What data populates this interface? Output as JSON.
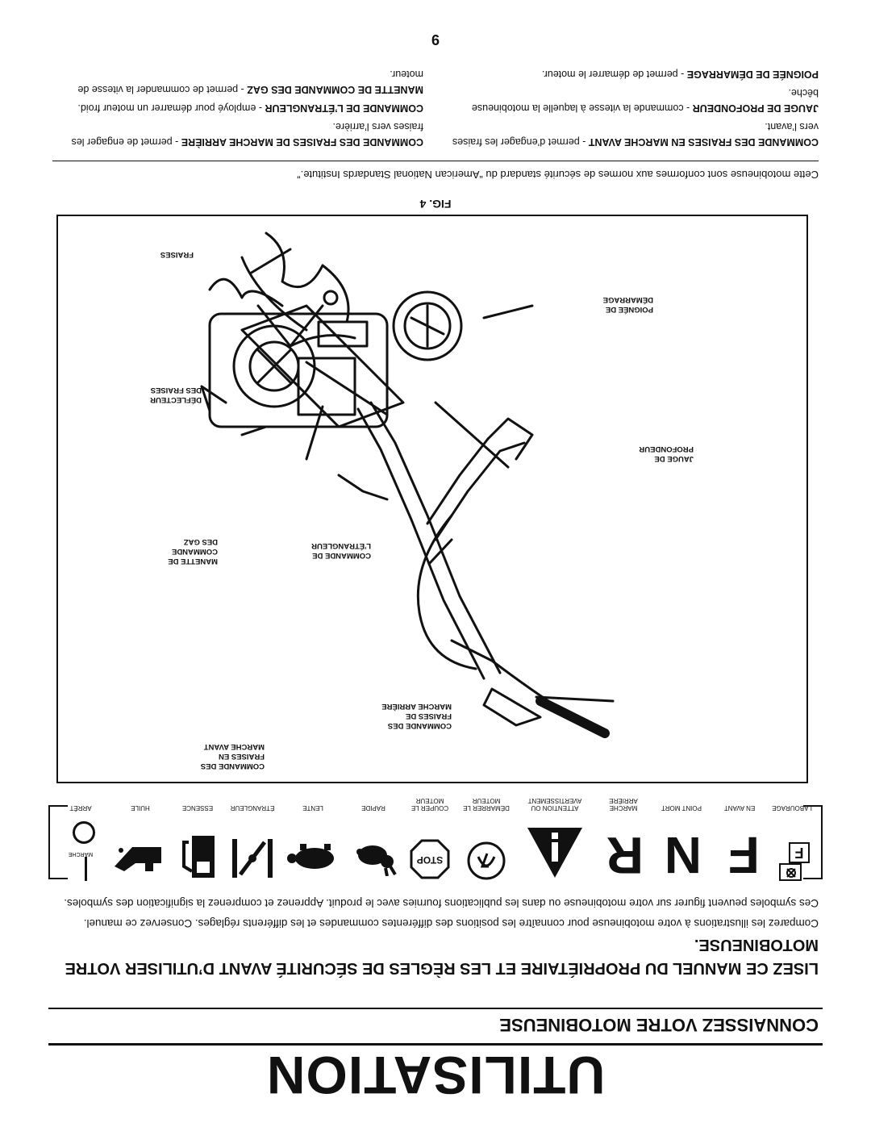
{
  "page": {
    "title": "UTILISATION",
    "subtitle": "CONNAISSEZ VOTRE MOTOBINEUSE",
    "lead": "LISEZ CE MANUEL DU PROPRIÉTAIRE ET LES RÈGLES DE SÉCURITÉ AVANT D’UTILISER VOTRE MOTOBINEUSE.",
    "para1": "Comparez les illustrations à votre motobineuse pour connaître les positions des différentes commandes et les différents réglages. Conservez ce manuel.",
    "para2": "Ces symboles peuvent figurer sur votre motobineuse ou dans les publications fournies avec le produit. Apprenez et comprenez la signification des symboles.",
    "page_number": "9"
  },
  "symbols": {
    "letters": [
      "F",
      "N",
      "R"
    ],
    "stop_text": "STOP",
    "labels": [
      "LABOURAGE",
      "EN AVANT",
      "POINT MORT",
      "MARCHE ARRIÈRE",
      "ATTENTION OU AVERTISSEMENT",
      "DÉMARRER LE MOTEUR",
      "COUPER LE MOTEUR",
      "RAPIDE",
      "LENTE",
      "ÉTRANGLEUR",
      "ESSENCE",
      "HUILE",
      "MARCHE",
      "ARRÊT"
    ]
  },
  "figure": {
    "caption": "FIG. 4",
    "callouts": {
      "fraises": "FRAISES",
      "poignee_demarrage": [
        "POIGNÉE DE",
        "DÉMARRAGE"
      ],
      "deflecteur": [
        "DÉFLECTEUR",
        "DES FRAISES"
      ],
      "jauge": [
        "JAUGE DE",
        "PROFONDEUR"
      ],
      "manette_gaz": [
        "MANETTE DE",
        "COMMANDE",
        "DES GAZ"
      ],
      "etrangleur": [
        "COMMANDE DE",
        "L’ÉTRANGLEUR"
      ],
      "marche_arriere": [
        "COMMANDE DES",
        "FRAISES DE",
        "MARCHE ARRIÈRE"
      ],
      "marche_avant": [
        "COMMANDE DES",
        "FRAISES EN",
        "MARCHE AVANT"
      ]
    }
  },
  "notes": {
    "standards": "Cette motobineuse sont conformes aux normes de sécurité standard du “American National Standards Institute.”"
  },
  "descriptions": {
    "left": [
      {
        "term": "COMMANDE DES FRAISES EN MARCHE AVANT",
        "text": " - permet d’engager les fraises vers l’avant."
      },
      {
        "term": "JAUGE DE PROFONDEUR",
        "text": " - commande la vitesse à laquelle la motobineuse bêche."
      },
      {
        "term": "POIGNÉE DE DÉMARRAGE",
        "text": " - permet de démarrer le moteur."
      }
    ],
    "right": [
      {
        "term": "COMMANDE DES FRAISES DE MARCHE ARRIÈRE",
        "text": " - permet de engager les fraises vers l’arrière."
      },
      {
        "term": "COMMANDE DE L’ÉTRANGLEUR",
        "text": " - employé pour démarrer un moteur froid."
      },
      {
        "term": "MANETTE DE COMMANDE DES GAZ",
        "text": " - permet de commander la vitesse de moteur."
      }
    ]
  }
}
